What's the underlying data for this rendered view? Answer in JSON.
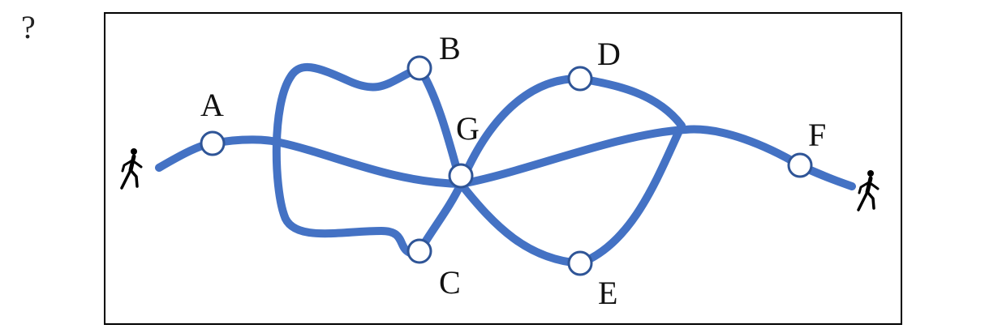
{
  "question_mark": "?",
  "nodes": [
    {
      "id": "A",
      "label": "A"
    },
    {
      "id": "B",
      "label": "B"
    },
    {
      "id": "C",
      "label": "C"
    },
    {
      "id": "D",
      "label": "D"
    },
    {
      "id": "E",
      "label": "E"
    },
    {
      "id": "F",
      "label": "F"
    },
    {
      "id": "G",
      "label": "G"
    }
  ],
  "icons": {
    "start": "walking-person-icon",
    "end": "walking-person-icon"
  },
  "colors": {
    "path": "#4472C4",
    "node_fill": "#ffffff",
    "node_stroke": "#2F5597",
    "frame": "#000000"
  }
}
